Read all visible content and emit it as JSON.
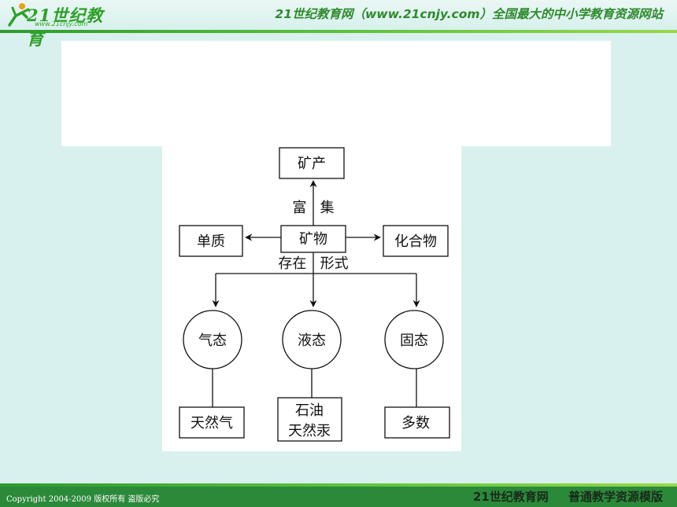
{
  "header": {
    "logo_text": "21世纪教育",
    "logo_url": "www.21cnjy.com",
    "site_title": "21世纪教育网（www.21cnjy.com）全国最大的中小学教育资源网站"
  },
  "diagram": {
    "top_node": "矿产",
    "enrich_label": "富   集",
    "center_node": "矿物",
    "left_node": "单质",
    "right_node": "化合物",
    "exist_label": "存在   形式",
    "states": [
      {
        "name": "气态",
        "example": [
          "天然气"
        ]
      },
      {
        "name": "液态",
        "example": [
          "石油",
          "天然汞"
        ]
      },
      {
        "name": "固态",
        "example": [
          "多数"
        ]
      }
    ]
  },
  "footer": {
    "copyright": "Copyright 2004-2009 版权所有 盗版必究",
    "site_name": "21世纪教育网",
    "template_name": "普通教学资源模版"
  },
  "colors": {
    "background": "#d9f1ee",
    "accent_green": "#2f9f2a",
    "footer_bar": "#2b8a3a"
  }
}
